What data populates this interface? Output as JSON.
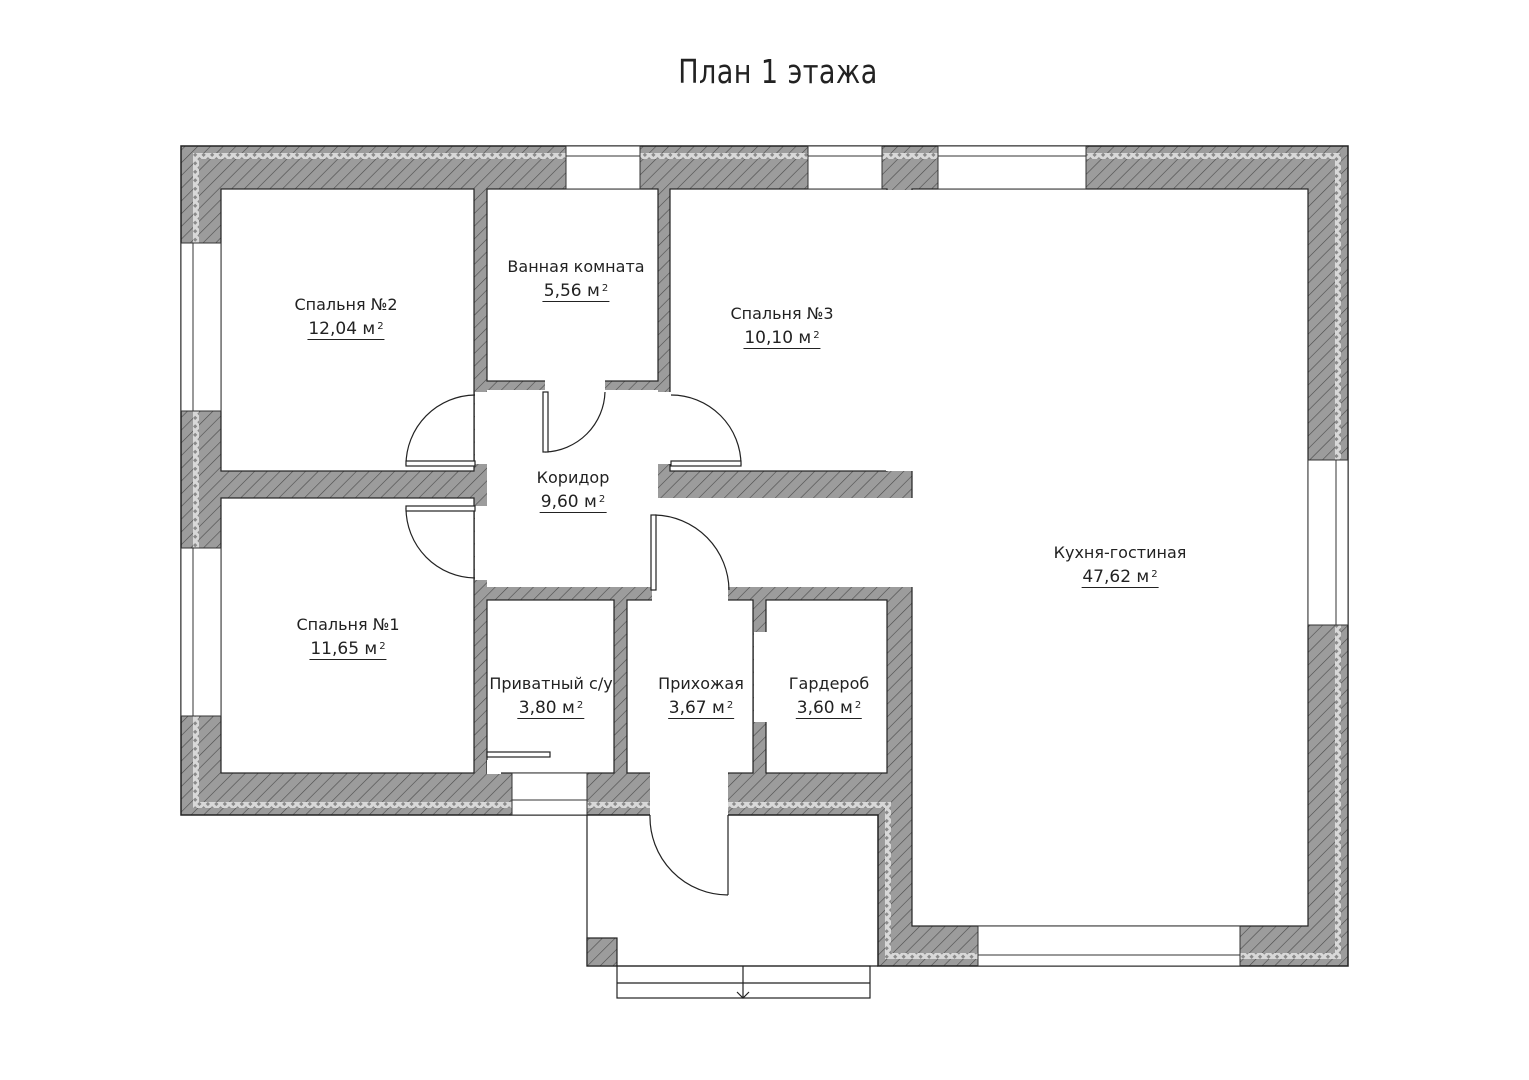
{
  "title": "План 1 этажа",
  "unit": "м",
  "rooms": [
    {
      "name": "Спальня №2",
      "area": "12,04 м"
    },
    {
      "name": "Ванная комната",
      "area": "5,56 м"
    },
    {
      "name": "Спальня №3",
      "area": "10,10 м"
    },
    {
      "name": "Коридор",
      "area": "9,60 м"
    },
    {
      "name": "Кухня-гостиная",
      "area": "47,62 м"
    },
    {
      "name": "Спальня №1",
      "area": "11,65 м"
    },
    {
      "name": "Приватный с/у",
      "area": "3,80 м"
    },
    {
      "name": "Прихожая",
      "area": "3,67 м"
    },
    {
      "name": "Гардероб",
      "area": "3,60 м"
    }
  ],
  "colors": {
    "wall": "#9c9c9c",
    "hatch": "#4a4a4a",
    "line": "#222222"
  }
}
